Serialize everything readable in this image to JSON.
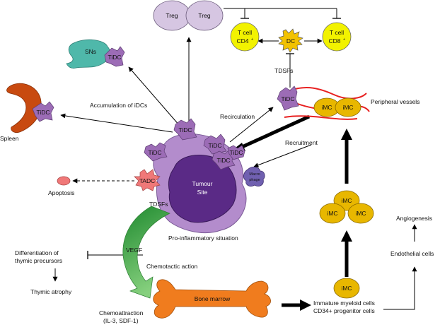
{
  "diagram": {
    "treg_left": "Treg",
    "treg_right": "Treg",
    "t_cell_cd4_line1": "T cell",
    "t_cell_cd4_line2": "CD4",
    "t_cell_cd4_sup": "+",
    "dc": "DC",
    "t_cell_cd8_line1": "T cell",
    "t_cell_cd8_line2": "CD8",
    "t_cell_cd8_sup": "+",
    "sns": "SNs",
    "tidc": "TiDC",
    "tdsfs_top": "TDSFs",
    "accumulation": "Accumulation of iDCs",
    "recirculation": "Recirculation",
    "peripheral_vessels": "Peripheral vessels",
    "imc": "iMC",
    "spleen": "Spleen",
    "recruitment": "Recruitment",
    "tadc": "TADC",
    "apoptosis": "Apoptosis",
    "tumour_line1": "Tumour",
    "tumour_line2": "Site",
    "macrophage_line1": "Macro",
    "macrophage_line2": "phage",
    "tdsfs_bottom": "TDSFs",
    "pro_inflammatory": "Pro-inflammatory situation",
    "angiogenesis": "Angiogenesis",
    "differentiation_line1": "Differentiation of",
    "differentiation_line2": "thymic precursors",
    "vegf": "VEGF",
    "endothelial": "Endothelial cells",
    "chemotactic": "Chemotactic action",
    "thymic_atrophy": "Thymic atrophy",
    "bone_marrow": "Bone marrow",
    "chemo_line1": "Chemoattraction",
    "chemo_line2": "(IL-3, SDF-1)",
    "immature_line1": "Immature myeloid cells",
    "immature_line2": "CD34+ progenitor cells"
  },
  "colors": {
    "tidc": "#9c6cb6",
    "treg": "#d6c6e2",
    "tcell": "#f2f200",
    "dc": "#f2c200",
    "imc": "#e8b700",
    "sns": "#4fb8aa",
    "spleen": "#c84a10",
    "tadc": "#f07878",
    "apoptosis": "#f07878",
    "tumour_outer": "#b38ccc",
    "tumour_inner": "#5a2a86",
    "macrophage": "#7060b0",
    "vessel": "#e82020",
    "bone": "#f07c1e",
    "tdsf_arrow": "#3f9e3f"
  }
}
